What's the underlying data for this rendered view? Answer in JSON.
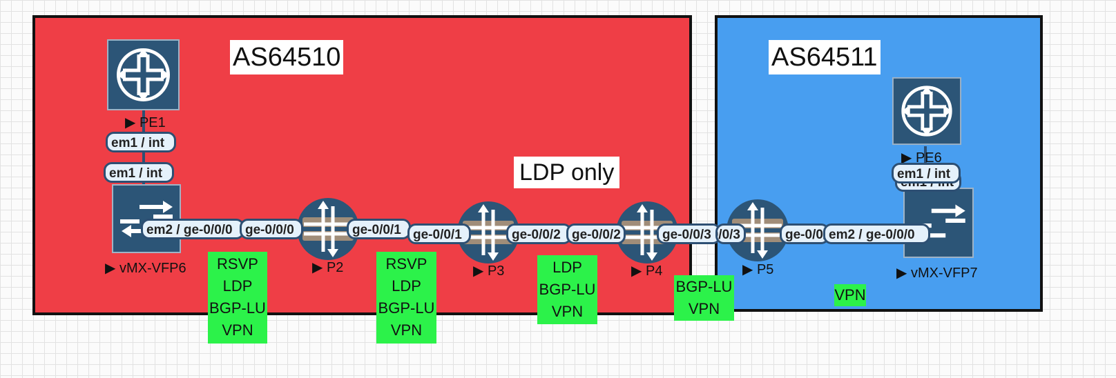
{
  "zones": [
    {
      "label": "AS64510",
      "color": "#ef3e46"
    },
    {
      "label": "AS64511",
      "color": "#489ef0"
    }
  ],
  "note": "LDP only",
  "devices": {
    "pe1": "PE1",
    "vmx6": "vMX-VFP6",
    "p2": "P2",
    "p3": "P3",
    "p4": "P4",
    "p5": "P5",
    "pe6": "PE6",
    "vmx7": "vMX-VFP7"
  },
  "ports": {
    "pe1_em1": "em1 / int",
    "vmx6_em1": "em1 / int",
    "vmx6_em2": "em2 / ge-0/0/0",
    "p2_a": "ge-0/0/0",
    "p2_b": "ge-0/0/1",
    "p3_a": "ge-0/0/1",
    "p3_b": "ge-0/0/2",
    "p4_a": "ge-0/0/2",
    "p4_b": "ge-0/0/3",
    "p5_a": "ge-0/0/3",
    "p5_b": "ge-0/0/0",
    "vmx7_em2": "em2 / ge-0/0/0",
    "pe6_em1": "em1 / int",
    "vmx7_em1": "em1 / int"
  },
  "protocols": {
    "seg1": [
      "RSVP",
      "LDP",
      "BGP-LU",
      "VPN"
    ],
    "seg2": [
      "RSVP",
      "LDP",
      "BGP-LU",
      "VPN"
    ],
    "seg3": [
      "LDP",
      "BGP-LU",
      "VPN"
    ],
    "seg4": [
      "BGP-LU",
      "VPN"
    ],
    "seg5": [
      "VPN"
    ]
  },
  "colors": {
    "router": "#2c5577",
    "link": "#2d4f73",
    "port_fill": "#e5f1fb",
    "protocol": "#2cf24a"
  }
}
